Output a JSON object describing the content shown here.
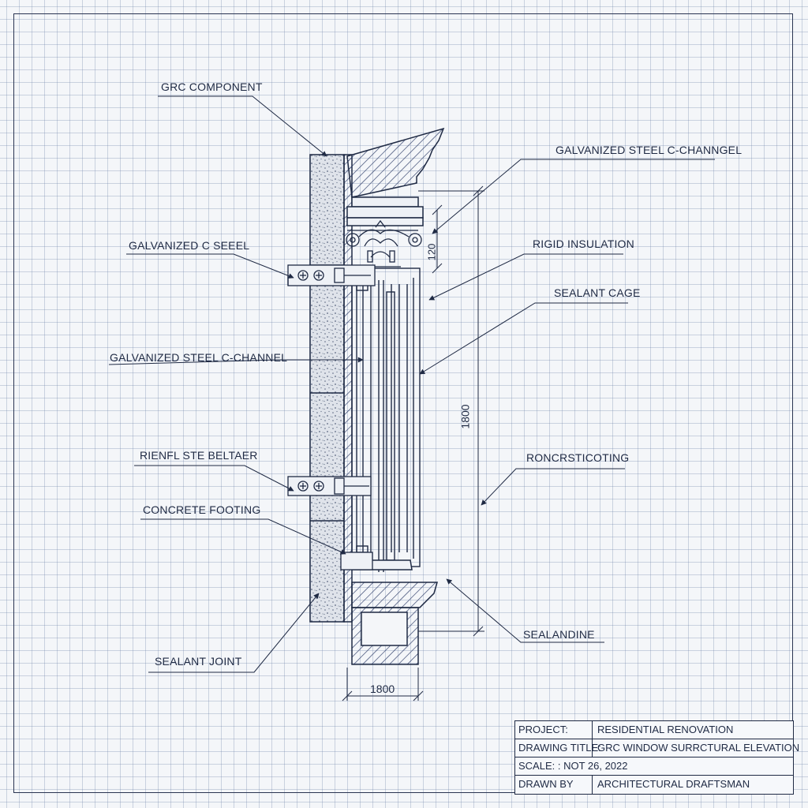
{
  "labels": {
    "grc_component": "GRC COMPONENT",
    "galv_c_steel": "GALVANIZED C SEEEL",
    "galv_c_channel_left": "GALVANIZED STEEL C-CHANNEL",
    "reinf_belt": "RIENFL STE BELTAER",
    "concrete_footing": "CONCRETE FOOTING",
    "sealant_joint": "SEALANT JOINT",
    "galv_c_channel_right": "GALVANIZED STEEL C-CHANNGEL",
    "rigid_insulation": "RIGID INSULATION",
    "sealant_cage": "SEALANT CAGE",
    "roncrst_coting": "RONCRSTICOTING",
    "sealandine": "SEALANDINE"
  },
  "dimensions": {
    "top_small": "120",
    "height": "1800",
    "width": "1800"
  },
  "title_block": {
    "project_key": "PROJECT:",
    "project_val": "RESIDENTIAL RENOVATION",
    "drawing_title_key": "DRAWING TITLE:",
    "drawing_title_val": "GRC WINDOW SURRCTURAL ELEVATION",
    "scale_key": "SCALE: : NOT 26, 2022",
    "scale_val": "",
    "drawn_by_key": "DRAWN BY",
    "drawn_by_val": "ARCHITECTURAL DRAFTSMAN"
  }
}
